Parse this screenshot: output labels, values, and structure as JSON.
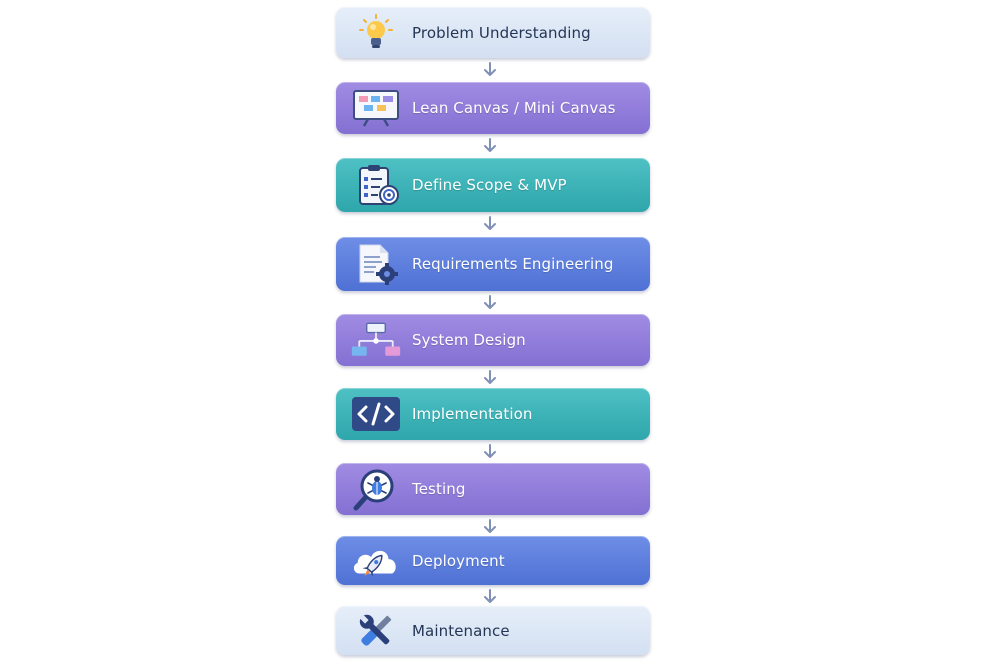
{
  "steps": [
    {
      "label": "Problem Understanding",
      "icon": "lightbulb-icon",
      "theme": "light"
    },
    {
      "label": "Lean Canvas / Mini Canvas",
      "icon": "canvas-board-icon",
      "theme": "purple"
    },
    {
      "label": "Define Scope & MVP",
      "icon": "clipboard-target-icon",
      "theme": "teal"
    },
    {
      "label": "Requirements Engineering",
      "icon": "document-gear-icon",
      "theme": "blue"
    },
    {
      "label": "System Design",
      "icon": "flowchart-icon",
      "theme": "purple"
    },
    {
      "label": "Implementation",
      "icon": "code-brackets-icon",
      "theme": "teal"
    },
    {
      "label": "Testing",
      "icon": "magnifier-bug-icon",
      "theme": "purple"
    },
    {
      "label": "Deployment",
      "icon": "cloud-rocket-icon",
      "theme": "blue"
    },
    {
      "label": "Maintenance",
      "icon": "wrench-screwdriver-icon",
      "theme": "light"
    }
  ],
  "colors": {
    "light": "#dde7f5",
    "purple": "#9280da",
    "teal": "#3db3b7",
    "blue": "#5f80dd",
    "arrow": "#7f8fb5"
  }
}
